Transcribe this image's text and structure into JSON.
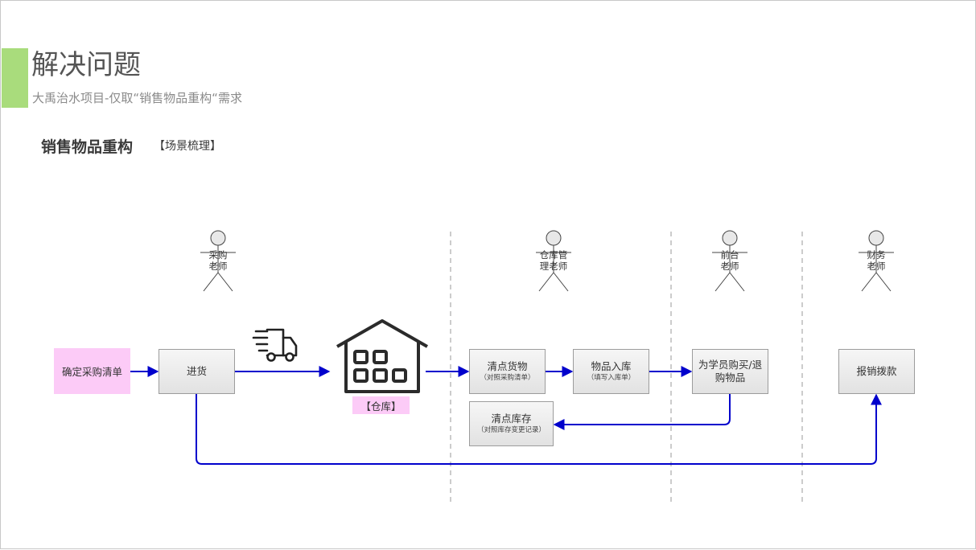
{
  "header": {
    "title": "解决问题",
    "subtitle": "大禹治水项目-仅取“销售物品重构“需求"
  },
  "section": {
    "title": "销售物品重构",
    "tag": "【场景梳理】"
  },
  "actors": [
    {
      "line1": "采购",
      "line2": "老师"
    },
    {
      "line1": "仓库管",
      "line2": "理老师"
    },
    {
      "line1": "前台",
      "line2": "老师"
    },
    {
      "line1": "财务",
      "line2": "老师"
    }
  ],
  "nodes": {
    "confirm_list": "确定采购清单",
    "stock_in": "进货",
    "warehouse": "【仓库】",
    "count_goods": {
      "main": "清点货物",
      "sub": "（对照采购清单）"
    },
    "goods_storage": {
      "main": "物品入库",
      "sub": "（填写入库单）"
    },
    "student_purchase": "为学员购买/退购物品",
    "count_inventory": {
      "main": "清点库存",
      "sub": "（对照库存变更记录）"
    },
    "reimburse": "报销拨款"
  },
  "icons": {
    "truck": "delivery-truck-icon",
    "warehouse": "warehouse-icon",
    "actor": "stick-figure-icon"
  },
  "colors": {
    "accent_bar": "#a9dc7c",
    "arrow": "#0000cc",
    "pink_node": "#fccbf7",
    "divider": "#999999"
  }
}
